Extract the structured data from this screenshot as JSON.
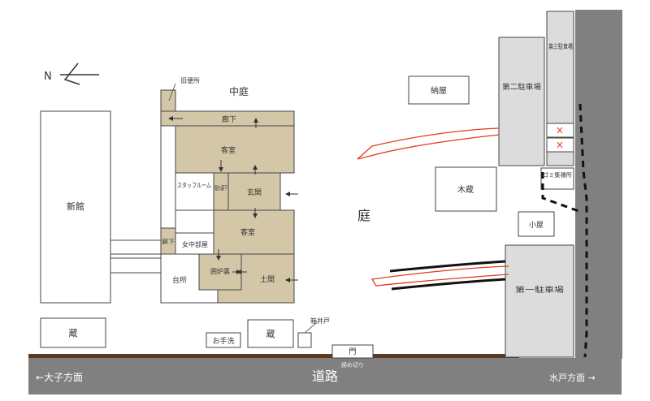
{
  "compass": {
    "label": "N"
  },
  "colors": {
    "main_house": "#d4c7a8",
    "road": "#808080",
    "parking": "#dcdcdc",
    "path_line": "#e53a1c",
    "ground_line": "#5c3a22",
    "outline": "#444444"
  },
  "labels": {
    "old_toilet": "旧便所",
    "courtyard": "中庭",
    "corridor_top": "廊下",
    "guest_room_top": "客室",
    "staff_room": "スタッフルーム",
    "hidden_corridor": "隠れ廊下",
    "entrance": "玄関",
    "guest_room_mid": "客室",
    "corridor_side": "廊下",
    "maid_room": "女中部屋",
    "kitchen": "台所",
    "hearth": "囲炉裏",
    "earth_floor": "土間",
    "new_building": "新館",
    "storehouse_left": "蔵",
    "hand_wash": "お手洗",
    "storehouse_mid": "蔵",
    "hakoido": "箱井戸",
    "gate": "門",
    "gate_note": "締め切り",
    "storage_hut": "納屋",
    "wood_store": "木蔵",
    "garden": "庭",
    "small_hut": "小屋",
    "garbage": "ゴミ集積所",
    "parking_1": "第一駐車場",
    "parking_2": "第二駐車場",
    "parking_3": "第三駐車場",
    "road": "道路",
    "to_daigo": "←大子方面",
    "to_mito": "水戸方面 →"
  }
}
